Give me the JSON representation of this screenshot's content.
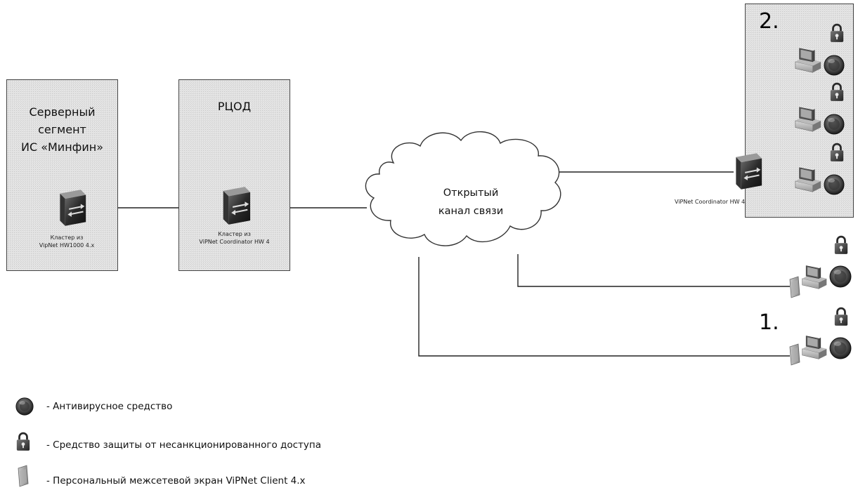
{
  "left_box": {
    "title_lines": [
      "Серверный",
      "сегмент",
      "ИС «Минфин»"
    ],
    "device_lines": [
      "Кластер из",
      "VipNet HW1000 4.x"
    ]
  },
  "center_box": {
    "title": "РЦОД",
    "device_lines": [
      "Кластер из",
      "ViPNet Coordinator HW 4"
    ]
  },
  "cloud": {
    "label_lines": [
      "Открытый",
      "канал связи"
    ]
  },
  "right_box": {
    "number": "2.",
    "device_label": "ViPNet Coordinator HW 4"
  },
  "remote_group": {
    "number": "1."
  },
  "legend": [
    {
      "icon": "antivirus-icon",
      "text": "- Антивирусное средство"
    },
    {
      "icon": "lock-icon",
      "text": "- Средство защиты от несанкционированного доступа"
    },
    {
      "icon": "firewall-icon",
      "text": "- Персональный межсетевой экран ViPNet Client 4.x"
    }
  ]
}
